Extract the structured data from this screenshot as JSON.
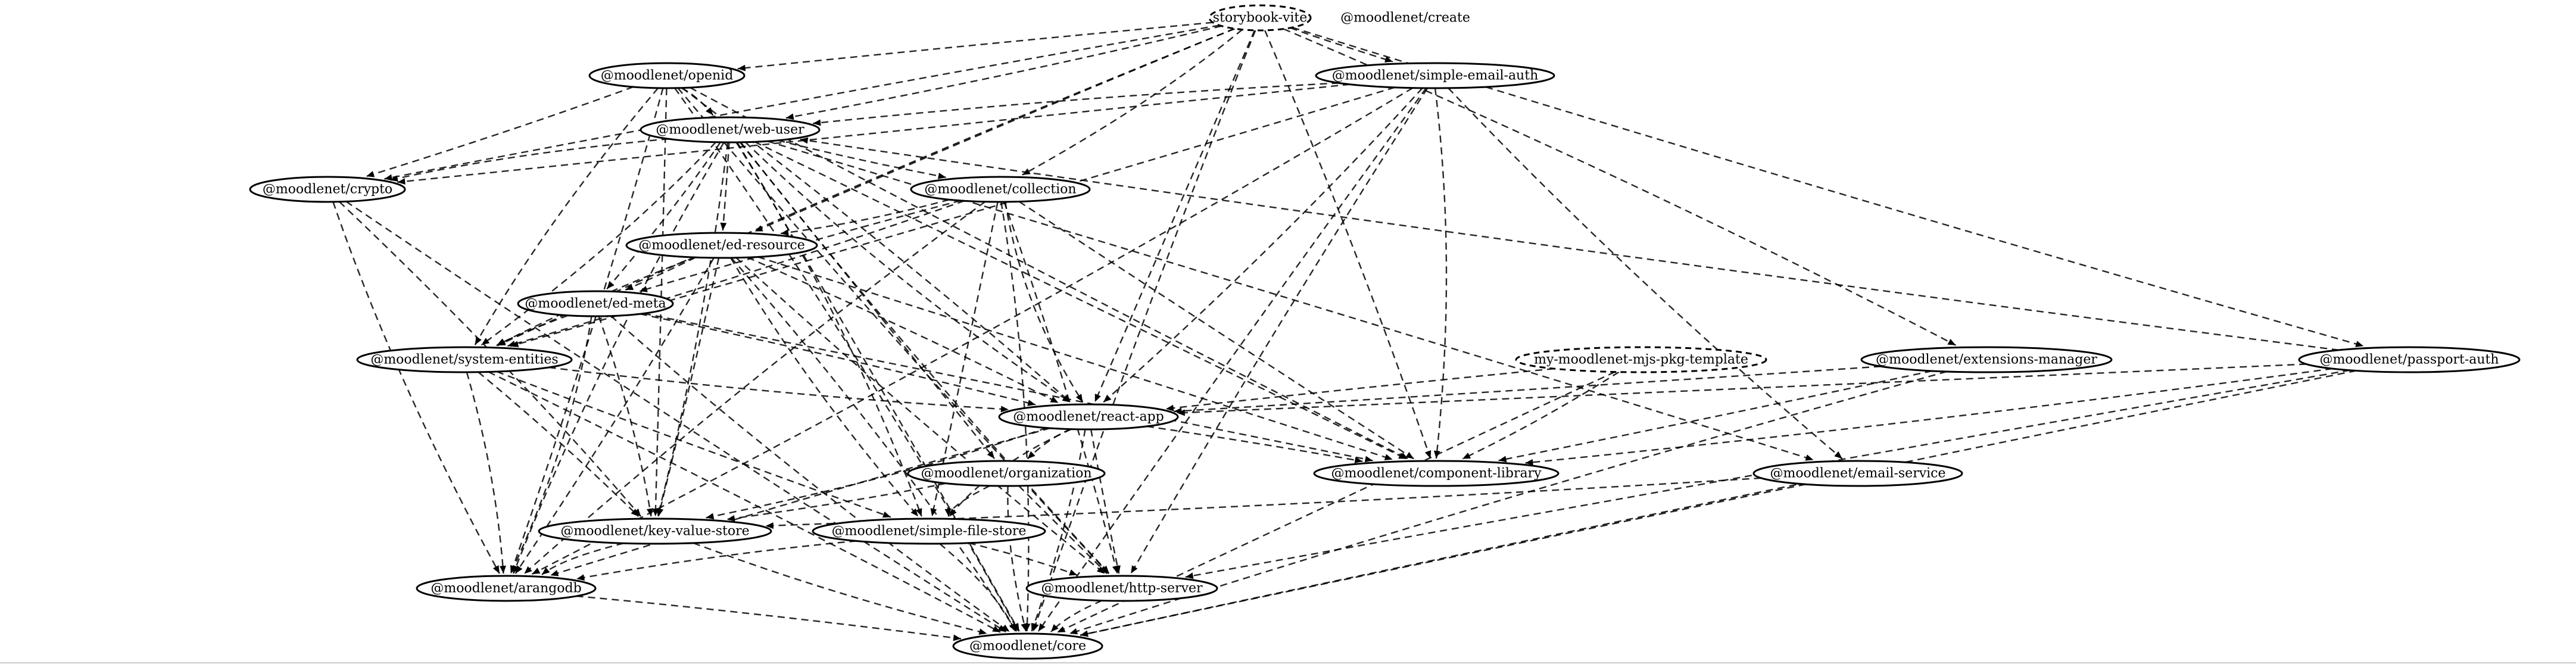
{
  "graph": {
    "nodes": [
      {
        "id": "storybook-vite",
        "label": "storybook-vite",
        "style": "dashed"
      },
      {
        "id": "create",
        "label": "@moodlenet/create",
        "style": "none"
      },
      {
        "id": "openid",
        "label": "@moodlenet/openid",
        "style": "solid"
      },
      {
        "id": "simple-email-auth",
        "label": "@moodlenet/simple-email-auth",
        "style": "solid"
      },
      {
        "id": "web-user",
        "label": "@moodlenet/web-user",
        "style": "solid"
      },
      {
        "id": "crypto",
        "label": "@moodlenet/crypto",
        "style": "solid"
      },
      {
        "id": "collection",
        "label": "@moodlenet/collection",
        "style": "solid"
      },
      {
        "id": "ed-resource",
        "label": "@moodlenet/ed-resource",
        "style": "solid"
      },
      {
        "id": "ed-meta",
        "label": "@moodlenet/ed-meta",
        "style": "solid"
      },
      {
        "id": "system-entities",
        "label": "@moodlenet/system-entities",
        "style": "solid"
      },
      {
        "id": "mjs-template",
        "label": "my-moodlenet-mjs-pkg-template",
        "style": "dashed"
      },
      {
        "id": "extensions-manager",
        "label": "@moodlenet/extensions-manager",
        "style": "solid"
      },
      {
        "id": "passport-auth",
        "label": "@moodlenet/passport-auth",
        "style": "solid"
      },
      {
        "id": "react-app",
        "label": "@moodlenet/react-app",
        "style": "solid"
      },
      {
        "id": "organization",
        "label": "@moodlenet/organization",
        "style": "solid"
      },
      {
        "id": "component-library",
        "label": "@moodlenet/component-library",
        "style": "solid"
      },
      {
        "id": "email-service",
        "label": "@moodlenet/email-service",
        "style": "solid"
      },
      {
        "id": "key-value-store",
        "label": "@moodlenet/key-value-store",
        "style": "solid"
      },
      {
        "id": "simple-file-store",
        "label": "@moodlenet/simple-file-store",
        "style": "solid"
      },
      {
        "id": "arangodb",
        "label": "@moodlenet/arangodb",
        "style": "solid"
      },
      {
        "id": "http-server",
        "label": "@moodlenet/http-server",
        "style": "solid"
      },
      {
        "id": "core",
        "label": "@moodlenet/core",
        "style": "solid"
      }
    ],
    "edges": [
      [
        "storybook-vite",
        "simple-email-auth"
      ],
      [
        "storybook-vite",
        "openid"
      ],
      [
        "storybook-vite",
        "web-user"
      ],
      [
        "storybook-vite",
        "crypto"
      ],
      [
        "storybook-vite",
        "collection"
      ],
      [
        "storybook-vite",
        "ed-resource"
      ],
      [
        "storybook-vite",
        "system-entities"
      ],
      [
        "storybook-vite",
        "react-app"
      ],
      [
        "storybook-vite",
        "component-library"
      ],
      [
        "storybook-vite",
        "extensions-manager"
      ],
      [
        "storybook-vite",
        "passport-auth"
      ],
      [
        "storybook-vite",
        "core"
      ],
      [
        "openid",
        "web-user"
      ],
      [
        "openid",
        "crypto"
      ],
      [
        "openid",
        "react-app"
      ],
      [
        "openid",
        "component-library"
      ],
      [
        "openid",
        "http-server"
      ],
      [
        "openid",
        "key-value-store"
      ],
      [
        "openid",
        "arangodb"
      ],
      [
        "openid",
        "core"
      ],
      [
        "openid",
        "system-entities"
      ],
      [
        "simple-email-auth",
        "web-user"
      ],
      [
        "simple-email-auth",
        "crypto"
      ],
      [
        "simple-email-auth",
        "react-app"
      ],
      [
        "simple-email-auth",
        "component-library"
      ],
      [
        "simple-email-auth",
        "email-service"
      ],
      [
        "simple-email-auth",
        "http-server"
      ],
      [
        "simple-email-auth",
        "core"
      ],
      [
        "simple-email-auth",
        "system-entities"
      ],
      [
        "simple-email-auth",
        "arangodb"
      ],
      [
        "web-user",
        "crypto"
      ],
      [
        "web-user",
        "collection"
      ],
      [
        "web-user",
        "ed-resource"
      ],
      [
        "web-user",
        "ed-meta"
      ],
      [
        "web-user",
        "system-entities"
      ],
      [
        "web-user",
        "react-app"
      ],
      [
        "web-user",
        "component-library"
      ],
      [
        "web-user",
        "organization"
      ],
      [
        "web-user",
        "key-value-store"
      ],
      [
        "web-user",
        "simple-file-store"
      ],
      [
        "web-user",
        "arangodb"
      ],
      [
        "web-user",
        "http-server"
      ],
      [
        "web-user",
        "core"
      ],
      [
        "web-user",
        "email-service"
      ],
      [
        "crypto",
        "key-value-store"
      ],
      [
        "crypto",
        "arangodb"
      ],
      [
        "crypto",
        "core"
      ],
      [
        "collection",
        "ed-resource"
      ],
      [
        "collection",
        "ed-meta"
      ],
      [
        "collection",
        "system-entities"
      ],
      [
        "collection",
        "react-app"
      ],
      [
        "collection",
        "component-library"
      ],
      [
        "collection",
        "simple-file-store"
      ],
      [
        "collection",
        "http-server"
      ],
      [
        "collection",
        "core"
      ],
      [
        "collection",
        "arangodb"
      ],
      [
        "ed-resource",
        "ed-meta"
      ],
      [
        "ed-resource",
        "system-entities"
      ],
      [
        "ed-resource",
        "react-app"
      ],
      [
        "ed-resource",
        "component-library"
      ],
      [
        "ed-resource",
        "simple-file-store"
      ],
      [
        "ed-resource",
        "http-server"
      ],
      [
        "ed-resource",
        "key-value-store"
      ],
      [
        "ed-resource",
        "arangodb"
      ],
      [
        "ed-resource",
        "core"
      ],
      [
        "ed-meta",
        "system-entities"
      ],
      [
        "ed-meta",
        "react-app"
      ],
      [
        "ed-meta",
        "component-library"
      ],
      [
        "ed-meta",
        "key-value-store"
      ],
      [
        "ed-meta",
        "arangodb"
      ],
      [
        "ed-meta",
        "core"
      ],
      [
        "system-entities",
        "react-app"
      ],
      [
        "system-entities",
        "key-value-store"
      ],
      [
        "system-entities",
        "arangodb"
      ],
      [
        "system-entities",
        "core"
      ],
      [
        "system-entities",
        "simple-file-store"
      ],
      [
        "mjs-template",
        "react-app"
      ],
      [
        "mjs-template",
        "component-library"
      ],
      [
        "mjs-template",
        "core"
      ],
      [
        "extensions-manager",
        "react-app"
      ],
      [
        "extensions-manager",
        "component-library"
      ],
      [
        "extensions-manager",
        "core"
      ],
      [
        "passport-auth",
        "react-app"
      ],
      [
        "passport-auth",
        "component-library"
      ],
      [
        "passport-auth",
        "http-server"
      ],
      [
        "passport-auth",
        "core"
      ],
      [
        "passport-auth",
        "web-user"
      ],
      [
        "react-app",
        "organization"
      ],
      [
        "react-app",
        "component-library"
      ],
      [
        "react-app",
        "key-value-store"
      ],
      [
        "react-app",
        "simple-file-store"
      ],
      [
        "react-app",
        "arangodb"
      ],
      [
        "react-app",
        "http-server"
      ],
      [
        "react-app",
        "core"
      ],
      [
        "organization",
        "key-value-store"
      ],
      [
        "organization",
        "simple-file-store"
      ],
      [
        "organization",
        "core"
      ],
      [
        "organization",
        "http-server"
      ],
      [
        "email-service",
        "key-value-store"
      ],
      [
        "email-service",
        "core"
      ],
      [
        "key-value-store",
        "arangodb"
      ],
      [
        "key-value-store",
        "core"
      ],
      [
        "simple-file-store",
        "arangodb"
      ],
      [
        "simple-file-store",
        "http-server"
      ],
      [
        "simple-file-store",
        "core"
      ],
      [
        "arangodb",
        "core"
      ],
      [
        "http-server",
        "core"
      ]
    ]
  }
}
